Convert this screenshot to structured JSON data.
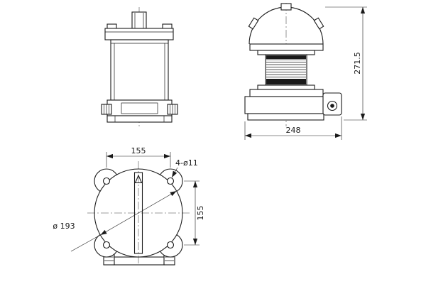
{
  "colors": {
    "ink": "#1a1a1a",
    "background": "#ffffff"
  },
  "drawing": {
    "dimensions": {
      "overall_height": "271.5",
      "overall_width": "248",
      "hole_pitch_horizontal": "155",
      "hole_pitch_vertical": "155",
      "flange_diameter": "ø 193",
      "mounting_holes": "4-ø11"
    }
  }
}
